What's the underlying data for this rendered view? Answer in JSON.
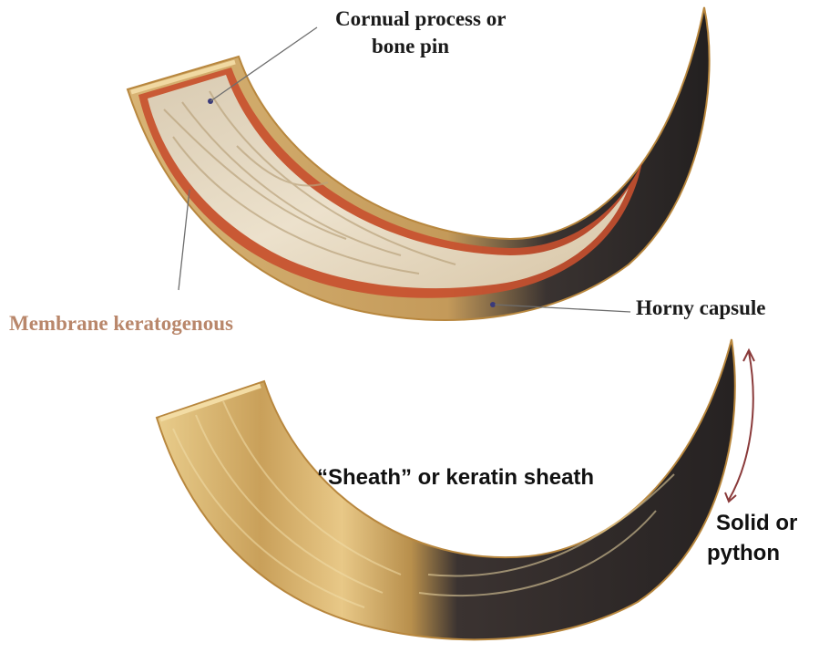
{
  "labels": {
    "cornual_line1": "Cornual process or",
    "cornual_line2": "bone pin",
    "membrane": "Membrane keratogenous",
    "horny_capsule": "Horny capsule",
    "sheath": "“Sheath” or keratin sheath",
    "solid_line1": "Solid or",
    "solid_line2": "python"
  },
  "colors": {
    "membrane_label": "#b9876b",
    "horn_dark": "#2e2a29",
    "horn_gold": "#d9b26c",
    "bone": "#e6d6b8",
    "keratogenous_layer": "#c8502f",
    "arrow": "#8a3a3a"
  },
  "icons": {
    "length_arrow": "double-headed-arrow-icon"
  }
}
